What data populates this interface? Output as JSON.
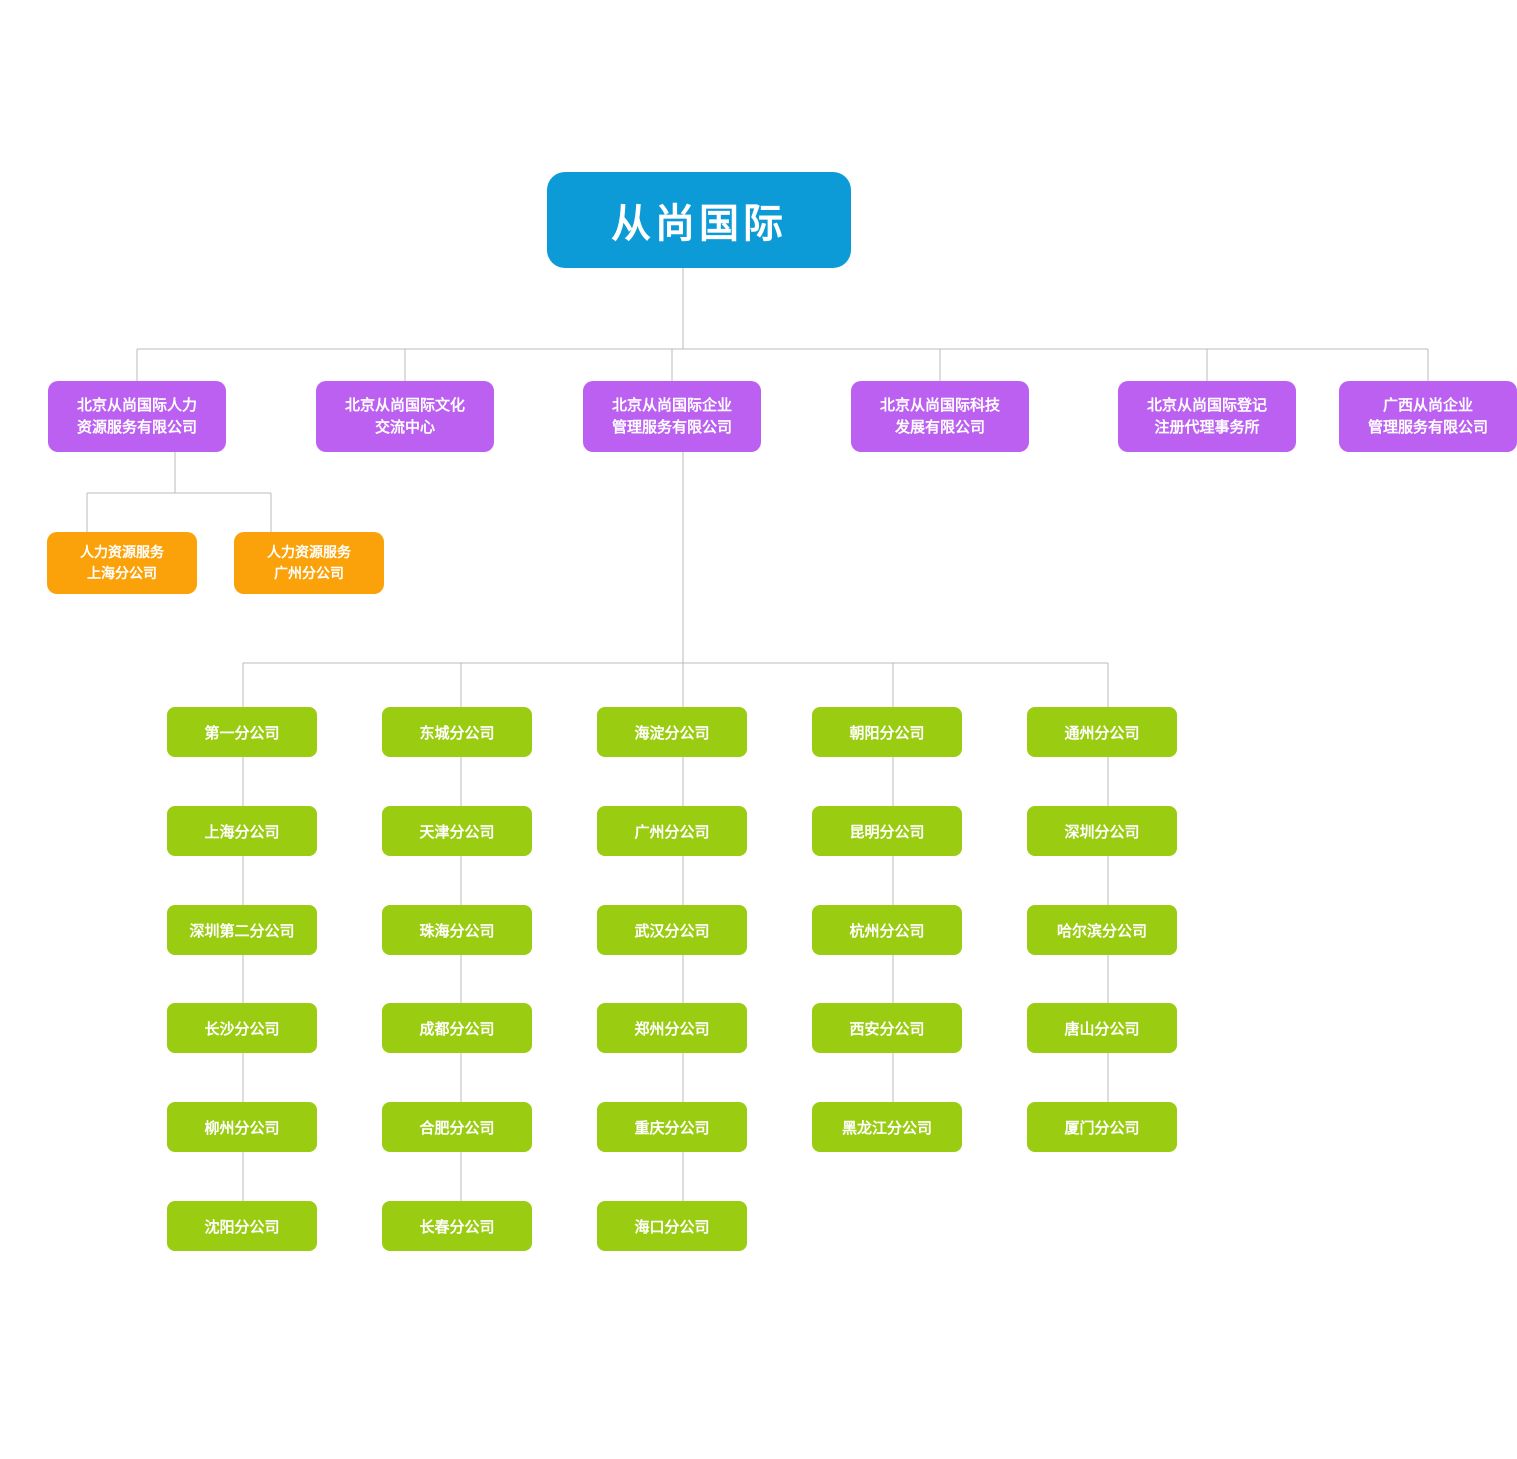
{
  "colors": {
    "root": "#0C9BD7",
    "level2": "#BB60F1",
    "orange": "#FBA20A",
    "green": "#9ACC12",
    "connector": "#BBBBBB",
    "page": "#FFFFFF"
  },
  "root": {
    "label": "从尚国际"
  },
  "level2": [
    {
      "lines": [
        "北京从尚国际人力",
        "资源服务有限公司"
      ]
    },
    {
      "lines": [
        "北京从尚国际文化",
        "交流中心"
      ]
    },
    {
      "lines": [
        "北京从尚国际企业",
        "管理服务有限公司"
      ]
    },
    {
      "lines": [
        "北京从尚国际科技",
        "发展有限公司"
      ]
    },
    {
      "lines": [
        "北京从尚国际登记",
        "注册代理事务所"
      ]
    },
    {
      "lines": [
        "广西从尚企业",
        "管理服务有限公司"
      ]
    }
  ],
  "hr_branches": [
    {
      "lines": [
        "人力资源服务",
        "上海分公司"
      ]
    },
    {
      "lines": [
        "人力资源服务",
        "广州分公司"
      ]
    }
  ],
  "branch_columns": [
    {
      "items": [
        "第一分公司",
        "上海分公司",
        "深圳第二分公司",
        "长沙分公司",
        "柳州分公司",
        "沈阳分公司"
      ]
    },
    {
      "items": [
        "东城分公司",
        "天津分公司",
        "珠海分公司",
        "成都分公司",
        "合肥分公司",
        "长春分公司"
      ]
    },
    {
      "items": [
        "海淀分公司",
        "广州分公司",
        "武汉分公司",
        "郑州分公司",
        "重庆分公司",
        "海口分公司"
      ]
    },
    {
      "items": [
        "朝阳分公司",
        "昆明分公司",
        "杭州分公司",
        "西安分公司",
        "黑龙江分公司"
      ]
    },
    {
      "items": [
        "通州分公司",
        "深圳分公司",
        "哈尔滨分公司",
        "唐山分公司",
        "厦门分公司"
      ]
    }
  ]
}
